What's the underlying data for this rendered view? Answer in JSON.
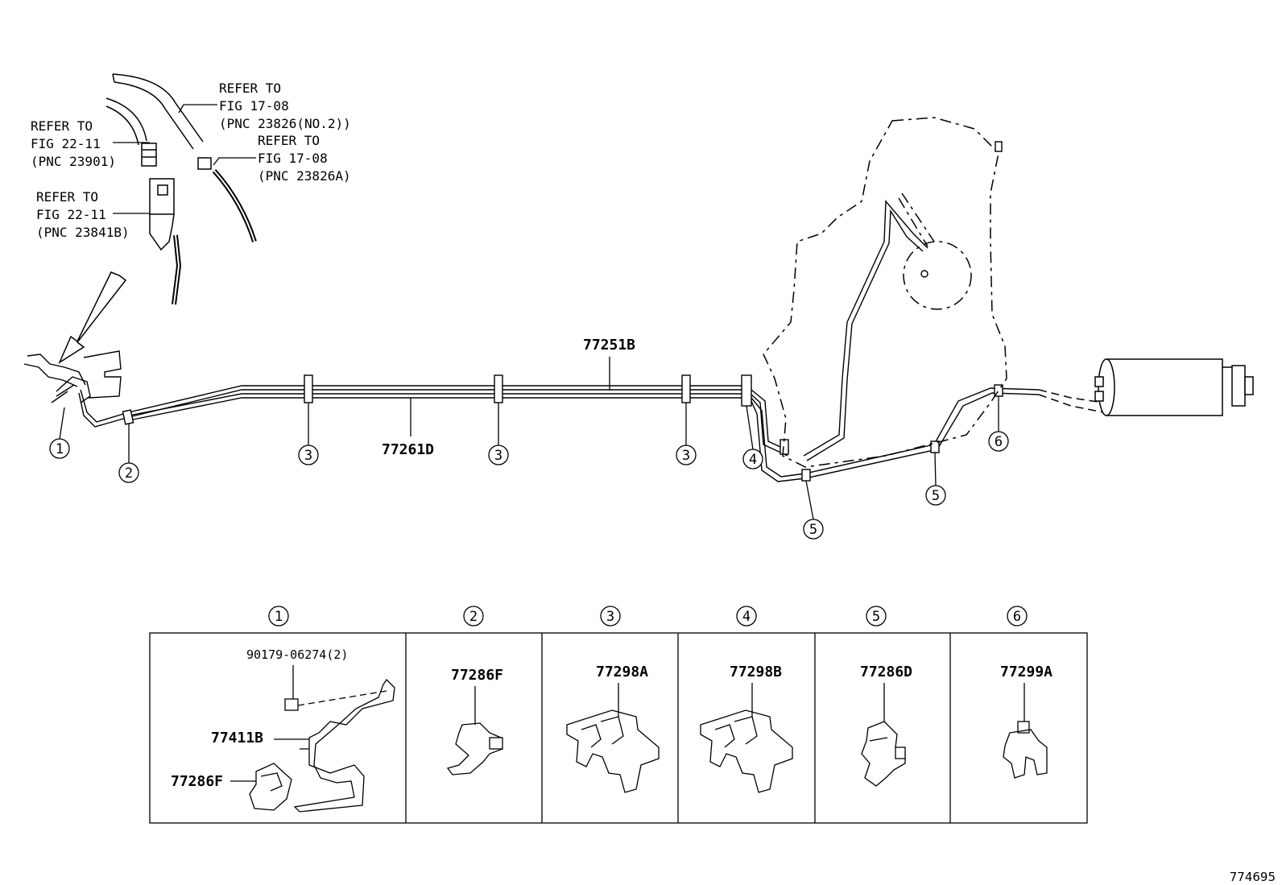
{
  "refs": [
    {
      "line1": "REFER TO",
      "line2": "FIG 17-08",
      "line3": "(PNC 23826(NO.2))"
    },
    {
      "line1": "REFER TO",
      "line2": "FIG 22-11",
      "line3": "(PNC 23901)"
    },
    {
      "line1": "REFER TO",
      "line2": "FIG 17-08",
      "line3": "(PNC 23826A)"
    },
    {
      "line1": "REFER TO",
      "line2": "FIG 22-11",
      "line3": "(PNC 23841B)"
    }
  ],
  "parts": {
    "upper_tube": "77251B",
    "lower_tube": "77261D"
  },
  "callouts": [
    "1",
    "2",
    "3",
    "3",
    "3",
    "4",
    "5",
    "5",
    "6"
  ],
  "table": {
    "cells": [
      {
        "num": "1",
        "parts": [
          "90179-06274(2)",
          "77411B",
          "77286F"
        ]
      },
      {
        "num": "2",
        "parts": [
          "77286F"
        ]
      },
      {
        "num": "3",
        "parts": [
          "77298A"
        ]
      },
      {
        "num": "4",
        "parts": [
          "77298B"
        ]
      },
      {
        "num": "5",
        "parts": [
          "77286D"
        ]
      },
      {
        "num": "6",
        "parts": [
          "77299A"
        ]
      }
    ]
  },
  "image_code": "774695"
}
